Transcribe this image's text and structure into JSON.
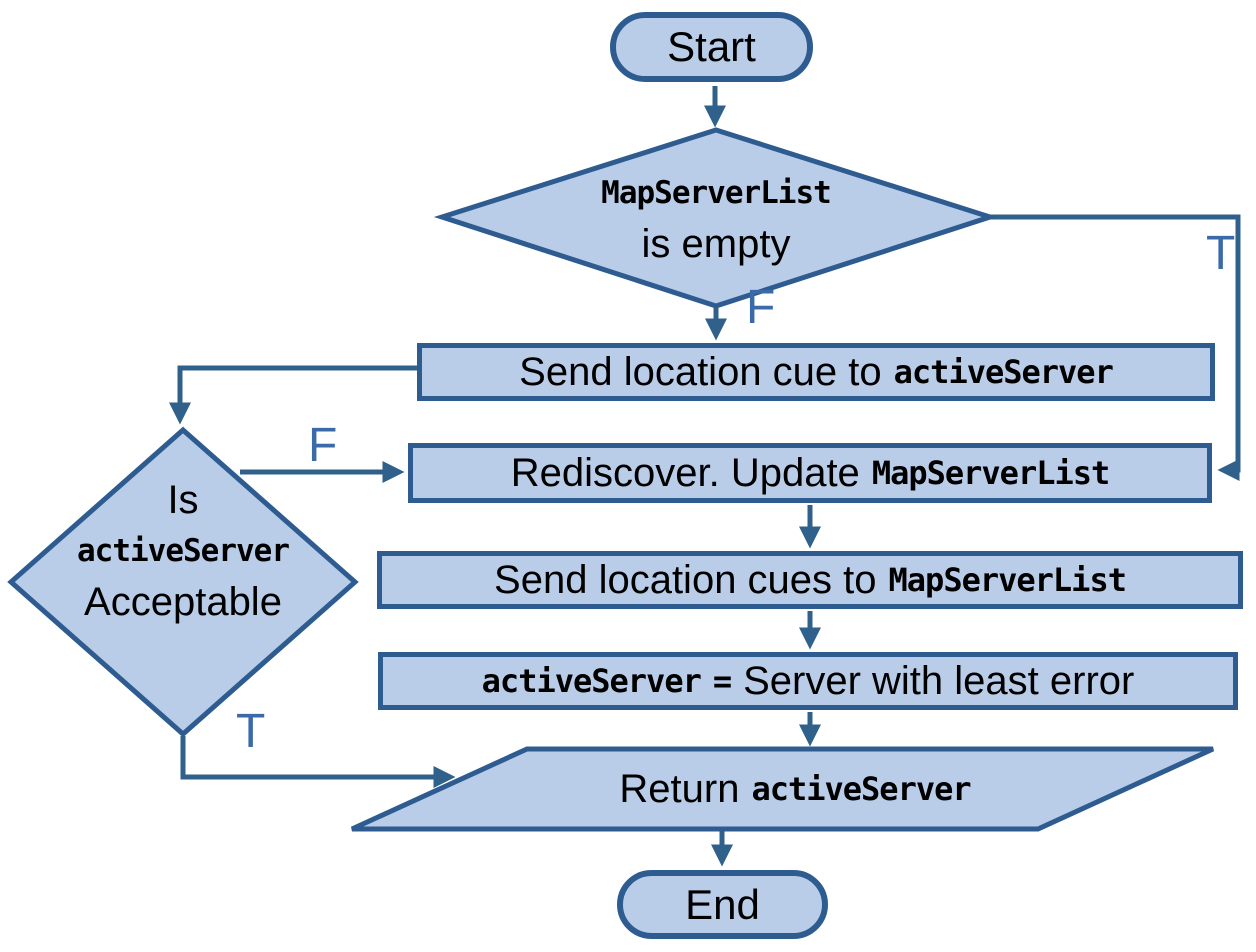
{
  "diagram_type": "flowchart",
  "nodes": {
    "start": {
      "label": "Start"
    },
    "decision_list_empty": {
      "code": "MapServerList",
      "text": "is empty"
    },
    "send_cue": {
      "text": "Send location cue to",
      "code": "activeServer"
    },
    "rediscover": {
      "text": "Rediscover. Update",
      "code": "MapServerList"
    },
    "send_cues": {
      "text": "Send location cues to",
      "code": "MapServerList"
    },
    "assign": {
      "code": "activeServer",
      "operator": "=",
      "text": "Server with least error"
    },
    "decision_acceptable": {
      "text1": "Is",
      "code": "activeServer",
      "text2": "Acceptable"
    },
    "return_server": {
      "text": "Return",
      "code": "activeServer"
    },
    "end": {
      "label": "End"
    }
  },
  "edge_labels": {
    "list_empty_false": "F",
    "list_empty_true": "T",
    "acceptable_false": "F",
    "acceptable_true": "T"
  },
  "colors": {
    "shape_fill": "#b9cde9",
    "shape_border": "#2e5c90",
    "connector": "#30618b",
    "edge_label": "#3a6ba8",
    "text": "#000000",
    "canvas_bg": "#ffffff"
  }
}
